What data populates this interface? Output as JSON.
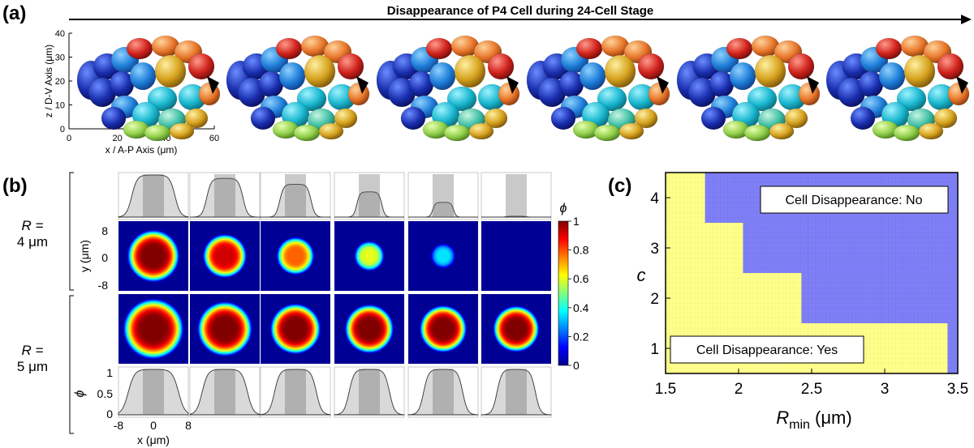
{
  "panel_a": {
    "label": "(a)",
    "arrow_title": "Disappearance of P4 Cell during 24-Cell Stage",
    "x_axis_label": "x / A-P Axis (μm)",
    "y_axis_label": "z / D-V Axis (μm)",
    "x_ticks": [
      "0",
      "20",
      "40",
      "60"
    ],
    "y_ticks": [
      "0",
      "10",
      "20",
      "30",
      "40"
    ],
    "snapshot_count": 6
  },
  "panel_b": {
    "label": "(b)",
    "row1_label_line1": "R =",
    "row1_label_line2": "4 μm",
    "row2_label_line1": "R =",
    "row2_label_line2": "5 μm",
    "y_axis_label": "y (μm)",
    "y_ticks": [
      "8",
      "0",
      "-8"
    ],
    "x_axis_label": "x (μm)",
    "x_ticks": [
      "-8",
      "0",
      "8"
    ],
    "phi_axis_label": "ϕ",
    "phi_ticks": [
      "1",
      "0.5",
      "0"
    ],
    "colorbar_label": "ϕ",
    "colorbar_ticks": [
      "1",
      "0.8",
      "0.6",
      "0.4",
      "0.2",
      "0"
    ],
    "row1_peak": [
      1.0,
      0.92,
      0.78,
      0.6,
      0.35,
      0.02
    ],
    "row1_width": [
      0.62,
      0.52,
      0.45,
      0.36,
      0.3,
      0.3
    ],
    "row2_peak": [
      1.0,
      1.0,
      1.0,
      1.0,
      1.0,
      1.0
    ],
    "row2_width": [
      0.72,
      0.65,
      0.6,
      0.58,
      0.56,
      0.55
    ]
  },
  "panel_c": {
    "label": "(c)",
    "chart_data": {
      "type": "heatmap",
      "xlabel_main": "R",
      "xlabel_sub": "min",
      "xlabel_unit": " (μm)",
      "ylabel": "c",
      "xlim": [
        1.5,
        3.5
      ],
      "ylim": [
        0.5,
        4.5
      ],
      "x_ticks": [
        "1.5",
        "2",
        "2.5",
        "3",
        "3.5"
      ],
      "y_ticks": [
        "1",
        "2",
        "3",
        "4"
      ],
      "boundary": [
        {
          "c_min": 0.5,
          "c_max": 1.5,
          "r_threshold": 3.43
        },
        {
          "c_min": 1.5,
          "c_max": 2.5,
          "r_threshold": 2.43
        },
        {
          "c_min": 2.5,
          "c_max": 3.5,
          "r_threshold": 2.03
        },
        {
          "c_min": 3.5,
          "c_max": 4.5,
          "r_threshold": 1.77
        }
      ],
      "region_no_label": "Cell Disappearance: No",
      "region_yes_label": "Cell Disappearance: Yes",
      "color_yes": "#ffff8a",
      "color_no": "#7f7ff7"
    }
  }
}
